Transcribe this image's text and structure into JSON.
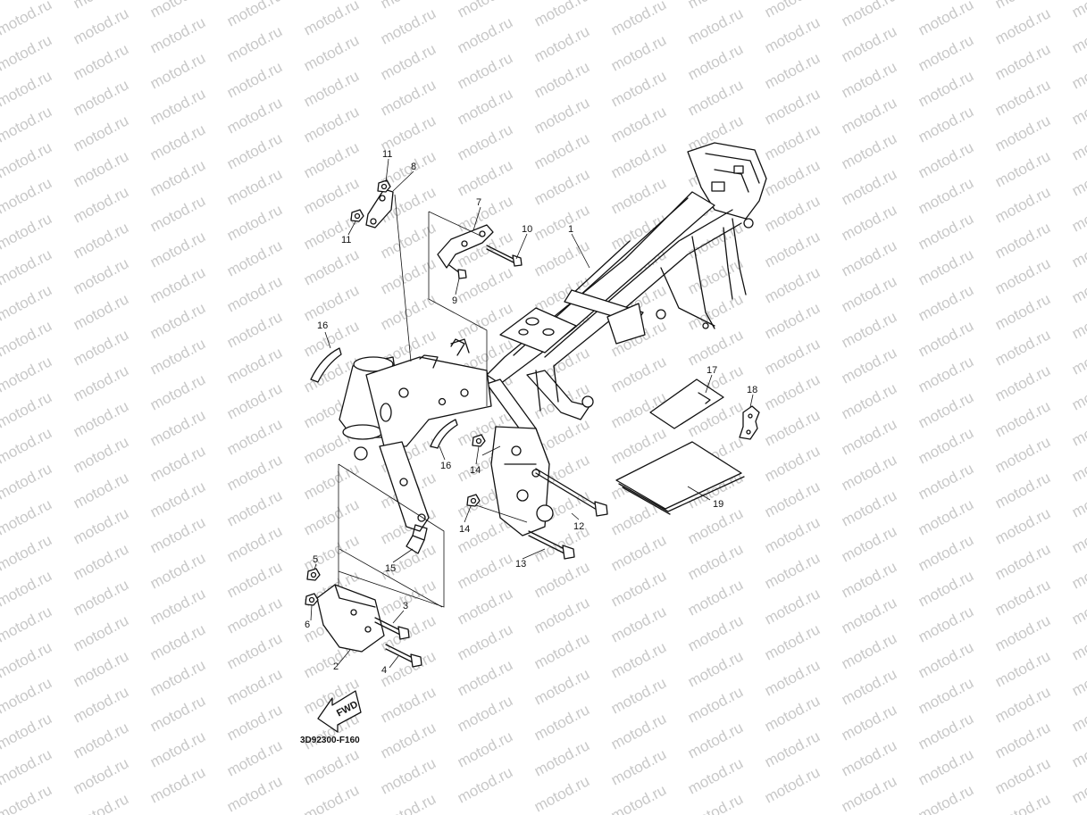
{
  "watermark": "motod.ru",
  "diagram_code": "3D92300-F160",
  "fwd_label": "FWD",
  "callouts": [
    "1",
    "2",
    "3",
    "4",
    "5",
    "6",
    "7",
    "8",
    "9",
    "10",
    "11",
    "11",
    "12",
    "13",
    "14",
    "14",
    "15",
    "16",
    "16",
    "17",
    "18",
    "19"
  ],
  "colors": {
    "line": "#111111",
    "watermark": "#c8c8c8",
    "background": "#ffffff"
  }
}
